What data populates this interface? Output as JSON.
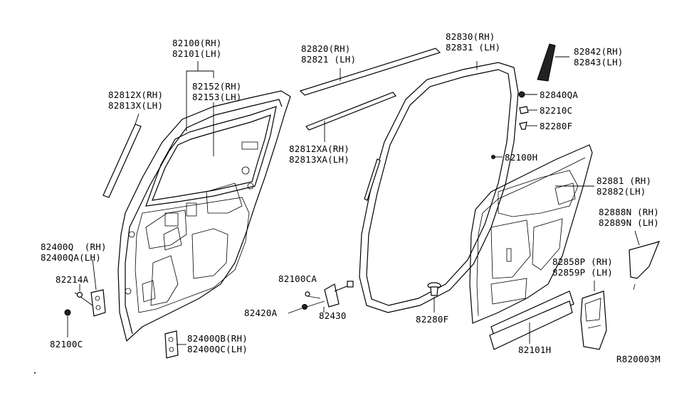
{
  "diagram": {
    "ref_code": "R820003M",
    "labels": {
      "l82100": "82100(RH)",
      "l82101": "82101(LH)",
      "l82152": "82152(RH)",
      "l82153": "82153(LH)",
      "l82812x": "82812X(RH)",
      "l82813x": "82813X(LH)",
      "l82820": "82820(RH)",
      "l82821": "82821 (LH)",
      "l82830": "82830(RH)",
      "l82831": "82831 (LH)",
      "l82842": "82842(RH)",
      "l82843": "82843(LH)",
      "l82840qa": "82840QA",
      "l82210c": "82210C",
      "l82280f_top": "82280F",
      "l82812xa": "82812XA(RH)",
      "l82813xa": "82813XA(LH)",
      "l82100h": "82100H",
      "l82881": "82881 (RH)",
      "l82882": "82882(LH)",
      "l82888n": "82888N (RH)",
      "l82889n": "82889N (LH)",
      "l82858p": "82858P (RH)",
      "l82859p": "82859P (LH)",
      "l82400q": "82400Q  (RH)",
      "l82400qa": "82400QA(LH)",
      "l82214a": "82214A",
      "l82100c": "82100C",
      "l82100ca": "82100CA",
      "l82420a": "82420A",
      "l82430": "82430",
      "l82280f_bottom": "82280F",
      "l82400qb": "82400QB(RH)",
      "l82400qc": "82400QC(LH)",
      "l82101h": "82101H"
    }
  }
}
